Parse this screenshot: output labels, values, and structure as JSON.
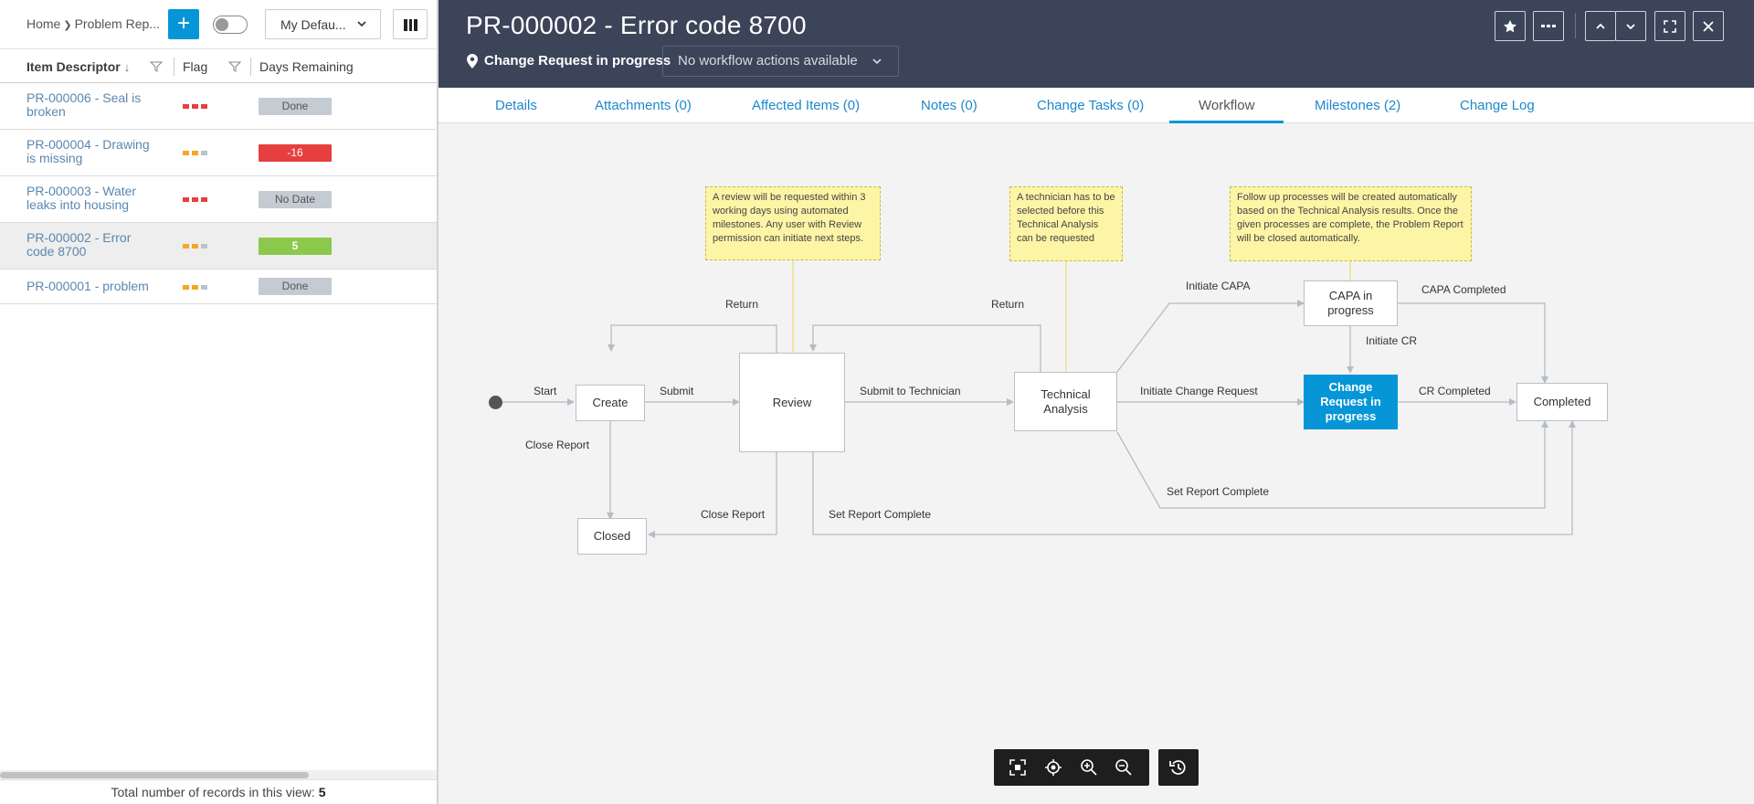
{
  "breadcrumb": {
    "home": "Home",
    "current": "Problem Rep..."
  },
  "toolbar": {
    "add_label": "+",
    "view_label": "My Defau..."
  },
  "table": {
    "headers": {
      "desc": "Item Descriptor",
      "flag": "Flag",
      "days": "Days Remaining"
    },
    "rows": [
      {
        "desc": "PR-000006 - Seal is broken",
        "flags": [
          "#e63f3f",
          "#e63f3f",
          "#e63f3f"
        ],
        "days": "Done",
        "days_style": "done"
      },
      {
        "desc": "PR-000004 - Drawing is missing",
        "flags": [
          "#f5a623",
          "#f5a623",
          "#b8c4cc"
        ],
        "days": "-16",
        "days_style": "neg"
      },
      {
        "desc": "PR-000003 - Water leaks into housing",
        "flags": [
          "#e63f3f",
          "#e63f3f",
          "#e63f3f"
        ],
        "days": "No Date",
        "days_style": "nodate"
      },
      {
        "desc": "PR-000002 - Error code 8700",
        "flags": [
          "#f5a623",
          "#f5a623",
          "#b8c4cc"
        ],
        "days": "5",
        "days_style": "pos",
        "selected": true
      },
      {
        "desc": "PR-000001 - problem",
        "flags": [
          "#f5a623",
          "#f5a623",
          "#b8c4cc"
        ],
        "days": "Done",
        "days_style": "done"
      }
    ]
  },
  "footer": {
    "label": "Total number of records in this view:",
    "count": "5"
  },
  "header": {
    "title": "PR-000002 - Error code 8700",
    "status": "Change Request in progress",
    "workflow_select": "No workflow actions available"
  },
  "tabs": [
    {
      "label": "Details"
    },
    {
      "label": "Attachments (0)"
    },
    {
      "label": "Affected Items (0)"
    },
    {
      "label": "Notes (0)"
    },
    {
      "label": "Change Tasks (0)"
    },
    {
      "label": "Workflow",
      "active": true
    },
    {
      "label": "Milestones (2)"
    },
    {
      "label": "Change Log"
    }
  ],
  "workflow": {
    "nodes": {
      "create": "Create",
      "review": "Review",
      "tech": "Technical Analysis",
      "capa": "CAPA in progress",
      "cr": "Change Request in progress",
      "completed": "Completed",
      "closed": "Closed"
    },
    "labels": {
      "start": "Start",
      "submit": "Submit",
      "close_report_1": "Close Report",
      "return_1": "Return",
      "submit_tech": "Submit to Technician",
      "close_report_2": "Close Report",
      "set_complete_1": "Set Report Complete",
      "return_2": "Return",
      "initiate_capa": "Initiate CAPA",
      "initiate_cr_long": "Initiate Change Request",
      "set_complete_2": "Set Report Complete",
      "capa_completed": "CAPA Completed",
      "initiate_cr": "Initiate CR",
      "cr_completed": "CR Completed"
    },
    "notes": {
      "review": "A review will be requested within 3 working days using automated milestones. Any user with Review permission can initiate next steps.",
      "tech": "A technician has to be selected before this Technical Analysis can be requested",
      "capa": "Follow up processes will be created automatically based on the Technical Analysis results. Once the given processes are complete, the Problem Report will be closed automatically."
    },
    "current_state": "cr"
  },
  "icons": {
    "header_buttons": [
      "star-icon",
      "more-icon",
      "chevron-up-icon",
      "chevron-down-icon",
      "fullscreen-icon",
      "close-icon"
    ],
    "zoom_buttons": [
      "fit-screen-icon",
      "center-icon",
      "zoom-in-icon",
      "zoom-out-icon"
    ],
    "history": "history-icon"
  },
  "colors": {
    "accent": "#0696d7",
    "header_bg": "#3b4458",
    "note_bg": "#fdf5a6"
  }
}
